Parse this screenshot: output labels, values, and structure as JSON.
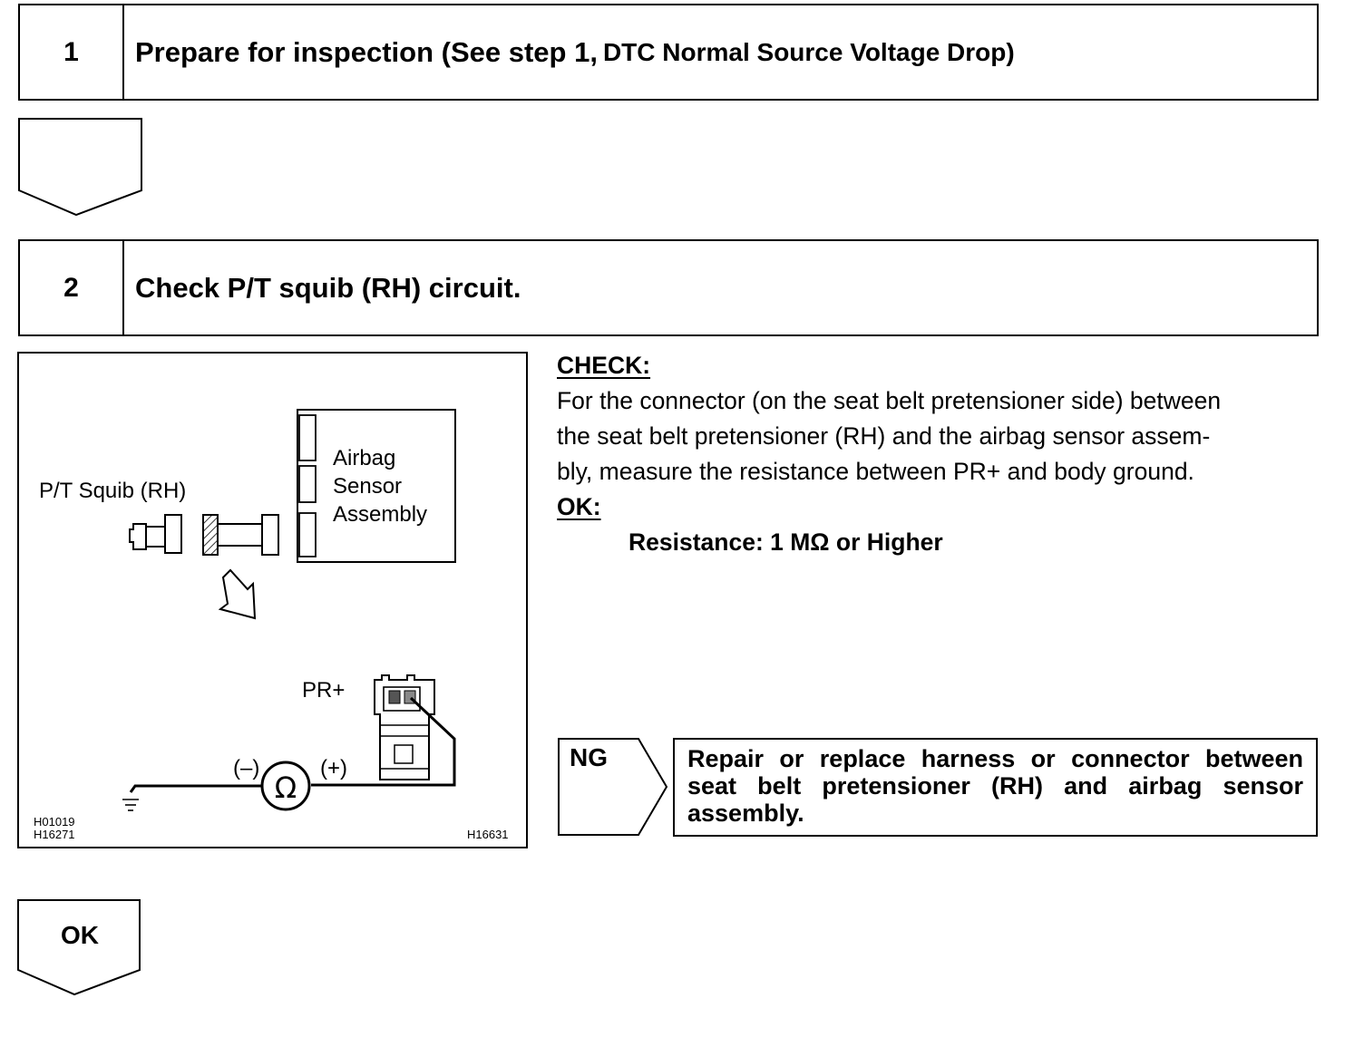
{
  "steps": [
    {
      "number": "1",
      "title_main": "Prepare for inspection (See step 1,",
      "title_ref": "DTC Normal Source Voltage Drop)"
    },
    {
      "number": "2",
      "title_main": "Check P/T squib (RH) circuit.",
      "title_ref": ""
    }
  ],
  "figure": {
    "squib_label": "P/T Squib (RH)",
    "sensor_label_1": "Airbag",
    "sensor_label_2": "Sensor",
    "sensor_label_3": "Assembly",
    "terminal_label": "PR+",
    "minus_label": "(–)",
    "plus_label": "(+)",
    "ohm_symbol": "Ω",
    "code_1": "H01019",
    "code_2": "H16271",
    "code_3": "H16631"
  },
  "check": {
    "heading": "CHECK:",
    "line_1": "For the connector (on the seat belt pretensioner side) between",
    "line_2": "the seat belt pretensioner (RH) and the airbag sensor assem-",
    "line_3": "bly, measure the resistance between PR+ and body ground.",
    "ok_heading": "OK:",
    "spec": "Resistance: 1 MΩ or Higher"
  },
  "ng": {
    "label": "NG",
    "action": "Repair or replace harness or connector between seat belt pretensioner (RH) and airbag sensor assembly."
  },
  "ok": {
    "label": "OK"
  }
}
